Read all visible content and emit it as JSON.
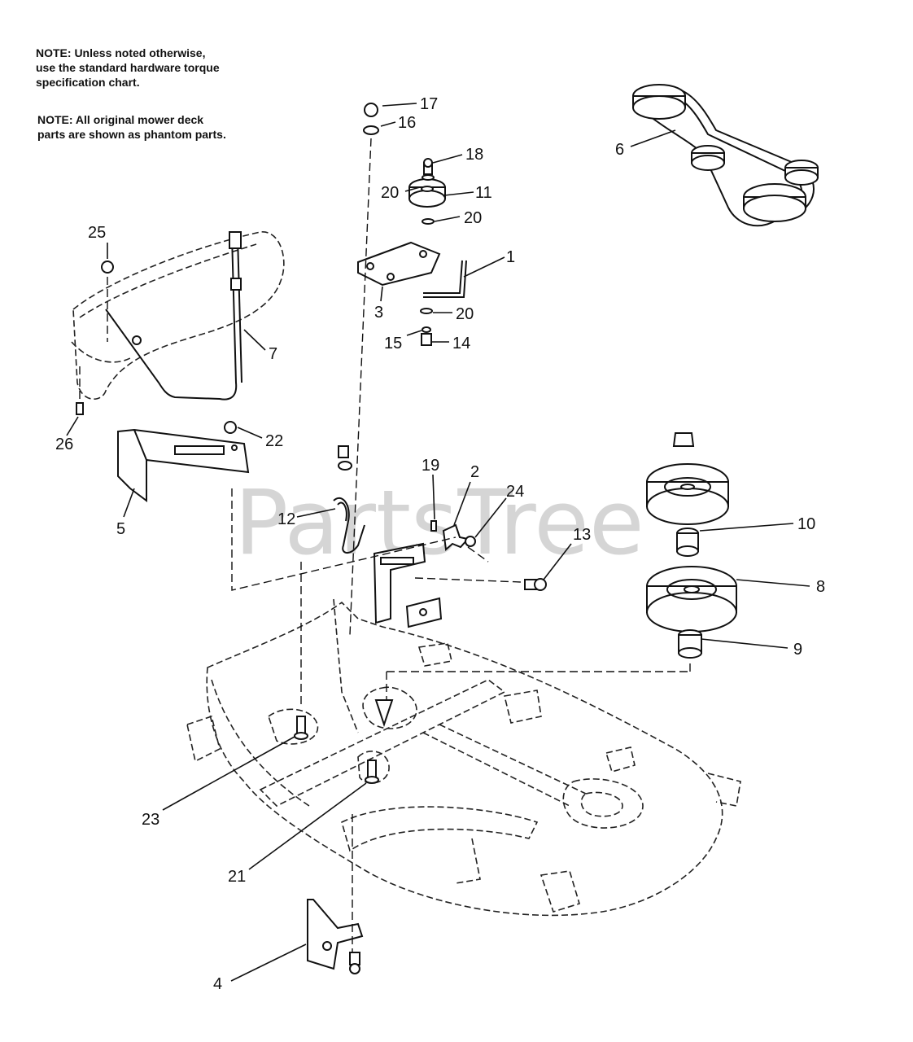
{
  "notes": {
    "note1": "NOTE: Unless noted otherwise,\nuse the standard hardware torque\nspecification chart.",
    "note2": "NOTE: All original mower deck\nparts are shown as phantom parts."
  },
  "watermark": "PartsTree",
  "callouts": {
    "c1": "1",
    "c2": "2",
    "c3": "3",
    "c4": "4",
    "c5": "5",
    "c6": "6",
    "c7": "7",
    "c8": "8",
    "c9": "9",
    "c10": "10",
    "c11": "11",
    "c12": "12",
    "c13": "13",
    "c14": "14",
    "c15": "15",
    "c16": "16",
    "c17": "17",
    "c18": "18",
    "c19": "19",
    "c20a": "20",
    "c20b": "20",
    "c20c": "20",
    "c21": "21",
    "c22": "22",
    "c23": "23",
    "c24": "24",
    "c25": "25",
    "c26": "26"
  }
}
